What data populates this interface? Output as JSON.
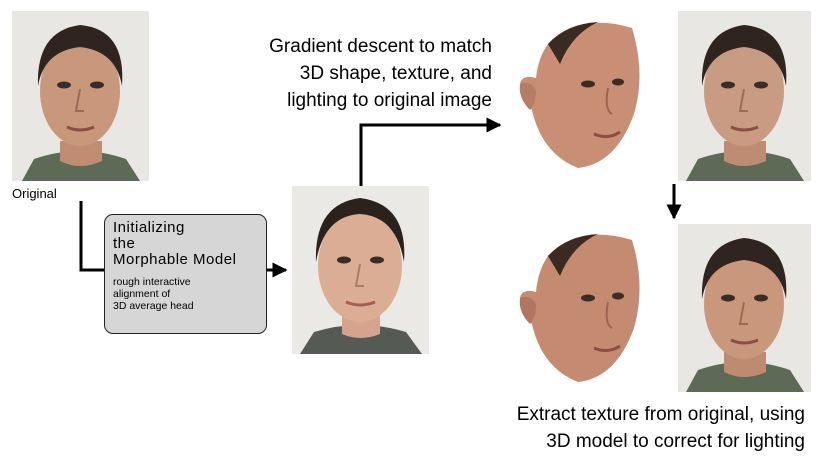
{
  "photo_captions": {
    "original": "Original"
  },
  "init_box": {
    "title_lines": [
      "Initializing",
      "the",
      "Morphable Model"
    ],
    "subtitle_lines": [
      "rough interactive",
      "alignment of",
      "3D average head"
    ]
  },
  "top_label": {
    "lines": [
      "Gradient descent to match",
      "3D shape, texture, and",
      "lighting to original image"
    ]
  },
  "bottom_label": {
    "lines": [
      "Extract texture from original, using",
      "3D model to correct for lighting"
    ]
  },
  "colors": {
    "background": "#ffffff",
    "box_fill": "#d6d6d6",
    "arrow": "#000000",
    "skin": "#c9977c",
    "hair": "#3a2a22"
  }
}
